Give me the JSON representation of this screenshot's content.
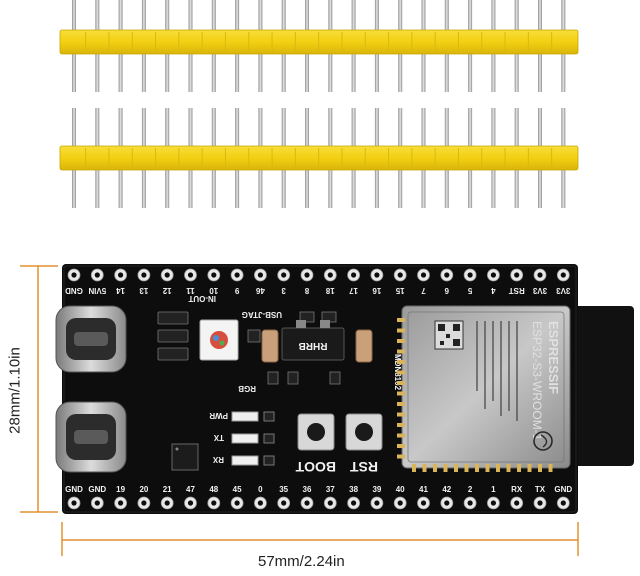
{
  "dimensions": {
    "width_label": "57mm/2.24in",
    "height_label": "28mm/1.10in"
  },
  "board": {
    "top_pin_labels": [
      "GND",
      "5VIN",
      "14",
      "13",
      "12",
      "11",
      "10",
      "9",
      "46",
      "3",
      "8",
      "18",
      "17",
      "16",
      "15",
      "7",
      "6",
      "5",
      "4",
      "RST",
      "3V3",
      "3V3"
    ],
    "bottom_pin_labels": [
      "GND",
      "GND",
      "19",
      "20",
      "21",
      "47",
      "48",
      "45",
      "0",
      "35",
      "36",
      "37",
      "38",
      "39",
      "40",
      "41",
      "42",
      "2",
      "1",
      "RX",
      "TX",
      "GND"
    ],
    "silkscreen": {
      "in_out": "IN-OUT",
      "usb_jtag": "USB-JTAG",
      "rgb": "RGB",
      "pwr": "PWR",
      "tx": "TX",
      "rx": "RX",
      "boot": "BOOT",
      "rst": "RST",
      "ldo_marking": "RHRB",
      "board_name": "MDN8102"
    },
    "module": {
      "brand": "ESPRESSIF",
      "model": "ESP32-S3-WROOM-1"
    }
  },
  "colors": {
    "pcb": "#0d0d0d",
    "header_plastic": "#f3d21b",
    "pin_metal": "#b8b8b8",
    "dimension_line": "#e0922e"
  }
}
